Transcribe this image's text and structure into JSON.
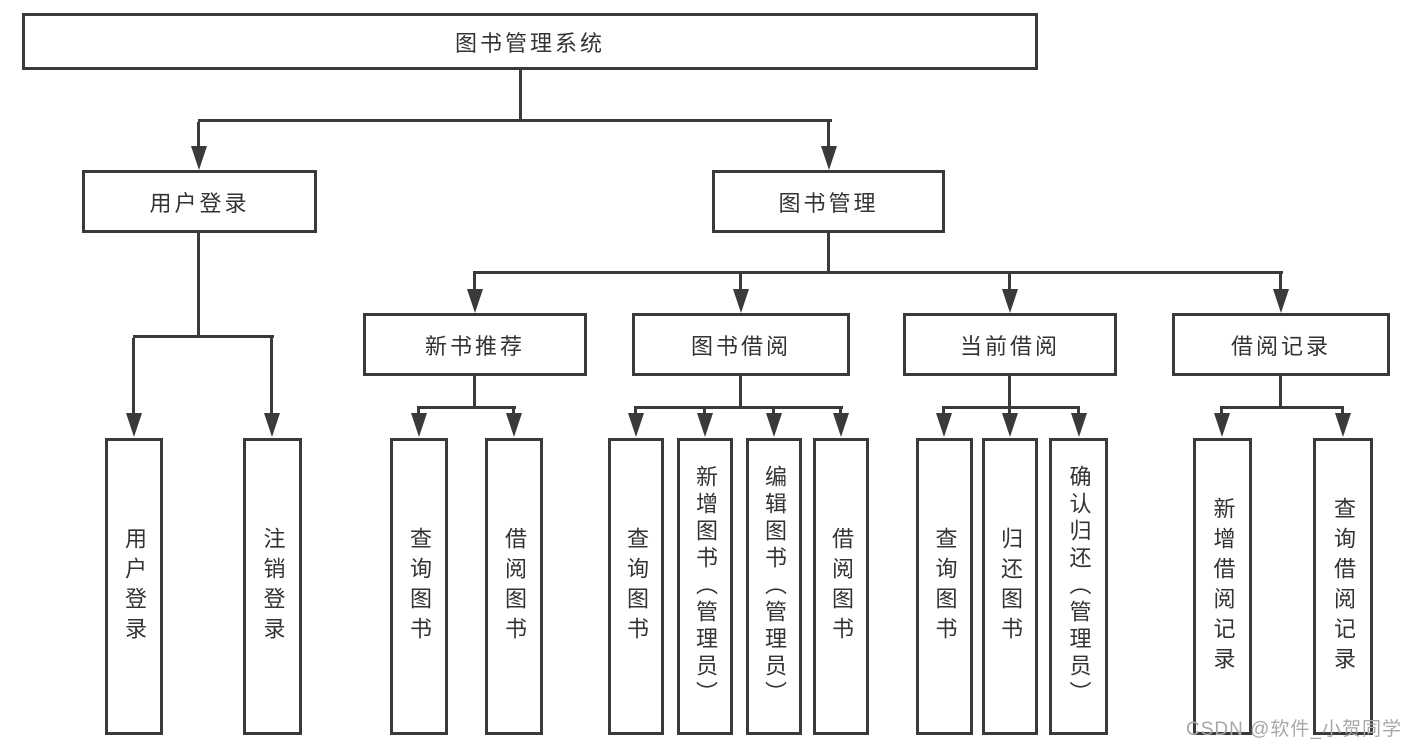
{
  "diagram": {
    "root": {
      "label": "图书管理系统"
    },
    "level2": [
      {
        "id": "user-login",
        "label": "用户登录"
      },
      {
        "id": "book-management",
        "label": "图书管理"
      }
    ],
    "level3": [
      {
        "id": "new-book-recommend",
        "label": "新书推荐"
      },
      {
        "id": "book-borrow",
        "label": "图书借阅"
      },
      {
        "id": "current-borrow",
        "label": "当前借阅"
      },
      {
        "id": "borrow-record",
        "label": "借阅记录"
      }
    ],
    "level4": [
      {
        "id": "user-login-leaf",
        "label": "用户登录"
      },
      {
        "id": "logout",
        "label": "注销登录"
      },
      {
        "id": "query-book-1",
        "label": "查询图书"
      },
      {
        "id": "borrow-book-1",
        "label": "借阅图书"
      },
      {
        "id": "query-book-2",
        "label": "查询图书"
      },
      {
        "id": "add-book-admin",
        "label": "新增图书（管理员）"
      },
      {
        "id": "edit-book-admin",
        "label": "编辑图书（管理员）"
      },
      {
        "id": "borrow-book-2",
        "label": "借阅图书"
      },
      {
        "id": "query-book-3",
        "label": "查询图书"
      },
      {
        "id": "return-book",
        "label": "归还图书"
      },
      {
        "id": "confirm-return-admin",
        "label": "确认归还（管理员）"
      },
      {
        "id": "add-borrow-record",
        "label": "新增借阅记录"
      },
      {
        "id": "query-borrow-record",
        "label": "查询借阅记录"
      }
    ]
  },
  "watermark": "CSDN @软件_小贺同学",
  "colors": {
    "line": "#3a3a3a",
    "text": "#333333",
    "watermark": "#a8a8a8",
    "background": "#ffffff"
  }
}
